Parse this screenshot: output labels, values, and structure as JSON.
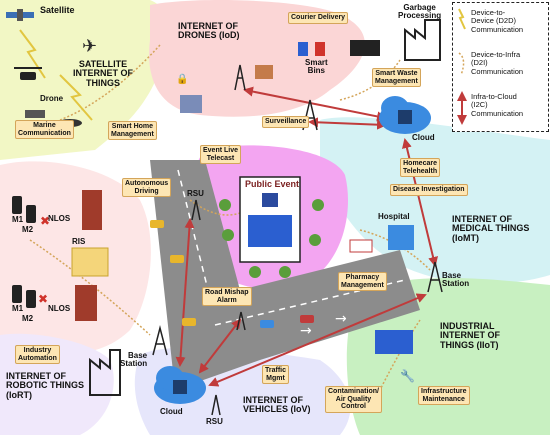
{
  "regions": {
    "satellite": "SATELLITE\nINTERNET OF\nTHINGS",
    "drones": "INTERNET OF\nDRONES (IoD)",
    "medical": "INTERNET OF\nMEDICAL THINGS\n(IoMT)",
    "industrial": "INDUSTRIAL\nINTERNET OF\nTHINGS (IIoT)",
    "robotic": "INTERNET OF\nROBOTIC THINGS\n(IoRT)",
    "vehicles": "INTERNET OF\nVEHICLES (IoV)"
  },
  "labels": {
    "satellite": "Satellite",
    "drone": "Drone",
    "garbage": "Garbage\nProcessing",
    "smart_bins": "Smart\nBins",
    "cloud_top": "Cloud",
    "cloud_bottom": "Cloud",
    "hospital": "Hospital",
    "public_event": "Public Event",
    "rsu_top": "RSU",
    "rsu_bottom": "RSU",
    "base_station_right": "Base\nStation",
    "base_station_left": "Base\nStation",
    "m1_top": "M1",
    "m2_top": "M2",
    "nlos_top": "NLOS",
    "ris": "RIS",
    "m1_bottom": "M1",
    "m2_bottom": "M2",
    "nlos_bottom": "NLOS"
  },
  "tags": {
    "courier": "Courier Delivery",
    "smart_waste": "Smart Waste\nManagement",
    "smart_home": "Smart Home\nManagement",
    "surveillance": "Surveillance",
    "marine": "Marine\nCommunication",
    "event_live": "Event Live\nTelecast",
    "autonomous": "Autonomous\nDriving",
    "homecare": "Homecare\nTelehealth",
    "disease": "Disease Investigation",
    "pharmacy": "Pharmacy\nManagement",
    "road_mishap": "Road Mishap\nAlarm",
    "industry_auto": "Industry\nAutomation",
    "traffic": "Traffic\nMgmt",
    "contamination": "Contamination/\nAir Quality\nControl",
    "infrastructure": "Infrastructure\nMaintenance"
  },
  "legend": {
    "d2d": "Device-to-\nDevice (D2D)\nCommunication",
    "d2i": "Device-to-Infra\n(D2I)\nCommunication",
    "i2c": "Infra-to-Cloud\n(I2C)\nCommunication"
  },
  "colors": {
    "satellite_bg": "#f2f7c5",
    "drones_bg": "#fbd6d6",
    "medical_bg": "#d4f2f4",
    "industrial_bg": "#c8f0c1",
    "robotic_bg": "#fde6e6",
    "vehicles_bg": "#e6e6fb",
    "event_bg": "#f3a5f1",
    "tag_bg": "#fde6b4",
    "i2c": "#c03b3b",
    "d2i": "#d4a55a",
    "d2d": "#e2c640"
  }
}
